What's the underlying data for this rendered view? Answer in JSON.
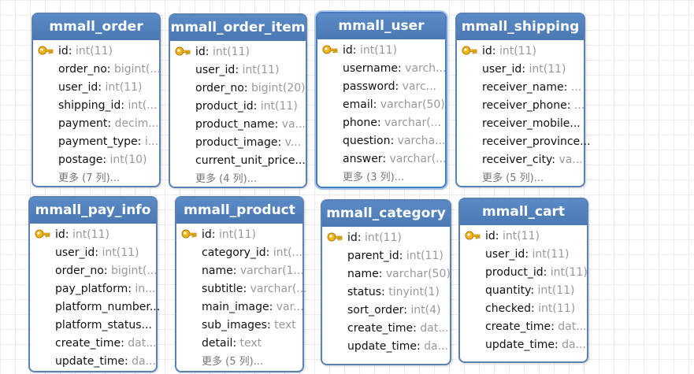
{
  "tables": [
    {
      "name": "mmall_order",
      "fields": [
        {
          "name": "id",
          "type": "int(11)",
          "key": true
        },
        {
          "name": "order_no",
          "type": "bigint(..."
        },
        {
          "name": "user_id",
          "type": "int(11)"
        },
        {
          "name": "shipping_id",
          "type": "int(..."
        },
        {
          "name": "payment",
          "type": "decim..."
        },
        {
          "name": "payment_type",
          "type": "i..."
        },
        {
          "name": "postage",
          "type": "int(10)"
        }
      ],
      "more": "更多 (7 列)..."
    },
    {
      "name": "mmall_order_item",
      "fields": [
        {
          "name": "id",
          "type": "int(11)",
          "key": true
        },
        {
          "name": "user_id",
          "type": "int(11)"
        },
        {
          "name": "order_no",
          "type": "bigint(20)"
        },
        {
          "name": "product_id",
          "type": "int(11)"
        },
        {
          "name": "product_name",
          "type": "va..."
        },
        {
          "name": "product_image",
          "type": "v..."
        },
        {
          "name": "current_unit_price...",
          "type": ""
        }
      ],
      "more": "更多 (4 列)..."
    },
    {
      "name": "mmall_user",
      "fields": [
        {
          "name": "id",
          "type": "int(11)",
          "key": true
        },
        {
          "name": "username",
          "type": "varch..."
        },
        {
          "name": "password",
          "type": "varc..."
        },
        {
          "name": "email",
          "type": "varchar(50)"
        },
        {
          "name": "phone",
          "type": "varchar(..."
        },
        {
          "name": "question",
          "type": "varcha..."
        },
        {
          "name": "answer",
          "type": "varchar(..."
        }
      ],
      "more": "更多 (3 列)..."
    },
    {
      "name": "mmall_shipping",
      "fields": [
        {
          "name": "id",
          "type": "int(11)",
          "key": true
        },
        {
          "name": "user_id",
          "type": "int(11)"
        },
        {
          "name": "receiver_name",
          "type": "..."
        },
        {
          "name": "receiver_phone",
          "type": "..."
        },
        {
          "name": "receiver_mobile...",
          "type": ""
        },
        {
          "name": "receiver_province...",
          "type": ""
        },
        {
          "name": "receiver_city",
          "type": "va..."
        }
      ],
      "more": "更多 (5 列)..."
    },
    {
      "name": "mmall_pay_info",
      "fields": [
        {
          "name": "id",
          "type": "int(11)",
          "key": true
        },
        {
          "name": "user_id",
          "type": "int(11)"
        },
        {
          "name": "order_no",
          "type": "bigint(..."
        },
        {
          "name": "pay_platform",
          "type": "in..."
        },
        {
          "name": "platform_number...",
          "type": ""
        },
        {
          "name": "platform_status...",
          "type": ""
        },
        {
          "name": "create_time",
          "type": "dat..."
        },
        {
          "name": "update_time",
          "type": "da..."
        }
      ],
      "more": ""
    },
    {
      "name": "mmall_product",
      "fields": [
        {
          "name": "id",
          "type": "int(11)",
          "key": true
        },
        {
          "name": "category_id",
          "type": "int(..."
        },
        {
          "name": "name",
          "type": "varchar(1..."
        },
        {
          "name": "subtitle",
          "type": "varchar(..."
        },
        {
          "name": "main_image",
          "type": "var..."
        },
        {
          "name": "sub_images",
          "type": "text"
        },
        {
          "name": "detail",
          "type": "text"
        }
      ],
      "more": "更多 (5 列)..."
    },
    {
      "name": "mmall_category",
      "fields": [
        {
          "name": "id",
          "type": "int(11)",
          "key": true
        },
        {
          "name": "parent_id",
          "type": "int(11)"
        },
        {
          "name": "name",
          "type": "varchar(50)"
        },
        {
          "name": "status",
          "type": "tinyint(1)"
        },
        {
          "name": "sort_order",
          "type": "int(4)"
        },
        {
          "name": "create_time",
          "type": "dat..."
        },
        {
          "name": "update_time",
          "type": "da..."
        }
      ],
      "more": ""
    },
    {
      "name": "mmall_cart",
      "fields": [
        {
          "name": "id",
          "type": "int(11)",
          "key": true
        },
        {
          "name": "user_id",
          "type": "int(11)"
        },
        {
          "name": "product_id",
          "type": "int(11)"
        },
        {
          "name": "quantity",
          "type": "int(11)"
        },
        {
          "name": "checked",
          "type": "int(11)"
        },
        {
          "name": "create_time",
          "type": "dat..."
        },
        {
          "name": "update_time",
          "type": "da..."
        }
      ],
      "more": ""
    }
  ]
}
